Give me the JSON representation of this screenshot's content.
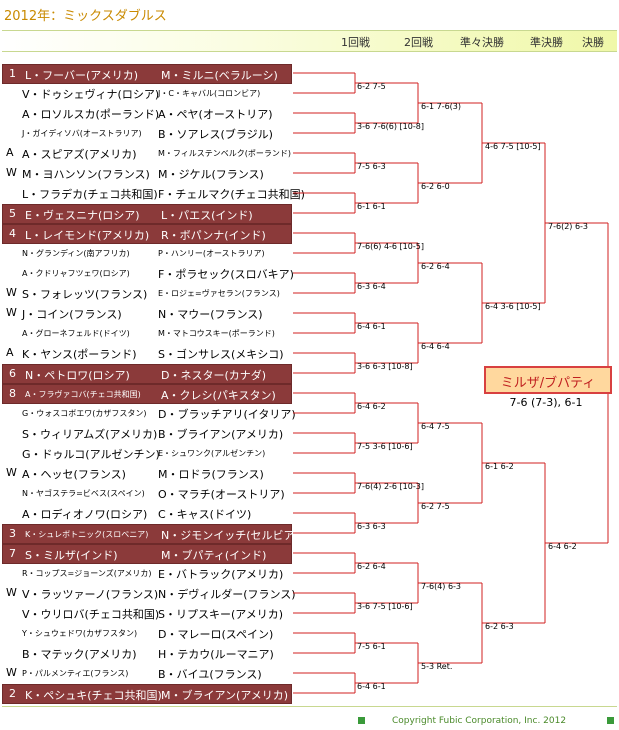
{
  "title": "2012年：ミックスダブルス",
  "rounds": [
    "1回戦",
    "2回戦",
    "準々決勝",
    "準決勝",
    "決勝"
  ],
  "entries": [
    {
      "mark": "1",
      "p1": "L・フーバー(アメリカ)",
      "p2": "M・ミルニ(ベラルーシ)",
      "seeded": true
    },
    {
      "mark": "",
      "p1": "V・ドゥシェヴィナ(ロシア)",
      "p2": "J・C・キャバル(コロンビア)",
      "seeded": false,
      "p2small": true
    },
    {
      "mark": "",
      "p1": "A・ロソルスカ(ポーランド)",
      "p2": "A・ペヤ(オーストリア)",
      "seeded": false
    },
    {
      "mark": "",
      "p1": "J・ガイディソバ(オーストラリア)",
      "p2": "B・ソアレス(ブラジル)",
      "seeded": false,
      "p1small": true
    },
    {
      "mark": "A",
      "p1": "A・スピアズ(アメリカ)",
      "p2": "M・フィルステンベルク(ポーランド)",
      "seeded": false,
      "p2small": true
    },
    {
      "mark": "W",
      "p1": "M・ヨハンソン(フランス)",
      "p2": "M・ジケル(フランス)",
      "seeded": false
    },
    {
      "mark": "",
      "p1": "L・フラデカ(チェコ共和国)",
      "p2": "F・チェルマク(チェコ共和国)",
      "seeded": false
    },
    {
      "mark": "5",
      "p1": "E・ヴェスニナ(ロシア)",
      "p2": "L・パエス(インド)",
      "seeded": true
    },
    {
      "mark": "4",
      "p1": "L・レイモンド(アメリカ)",
      "p2": "R・ボパンナ(インド)",
      "seeded": true
    },
    {
      "mark": "",
      "p1": "N・グランディン(南アフリカ)",
      "p2": "P・ハンリー(オーストラリア)",
      "seeded": false,
      "p1small": true,
      "p2small": true
    },
    {
      "mark": "",
      "p1": "A・クドリャフツェワ(ロシア)",
      "p2": "F・ポラセック(スロバキア)",
      "seeded": false,
      "p1small": true
    },
    {
      "mark": "W",
      "p1": "S・フォレッツ(フランス)",
      "p2": "E・ロジェ=ヴァセラン(フランス)",
      "seeded": false,
      "p2small": true
    },
    {
      "mark": "W",
      "p1": "J・コイン(フランス)",
      "p2": "N・マウー(フランス)",
      "seeded": false
    },
    {
      "mark": "",
      "p1": "A・グローネフェルド(ドイツ)",
      "p2": "M・マトコウスキー(ポーランド)",
      "seeded": false,
      "p1small": true,
      "p2small": true
    },
    {
      "mark": "A",
      "p1": "K・ヤンス(ポーランド)",
      "p2": "S・ゴンサレス(メキシコ)",
      "seeded": false
    },
    {
      "mark": "6",
      "p1": "N・ペトロワ(ロシア)",
      "p2": "D・ネスター(カナダ)",
      "seeded": true
    },
    {
      "mark": "8",
      "p1": "A・フラヴァコバ(チェコ共和国)",
      "p2": "A・クレシ(パキスタン)",
      "seeded": true,
      "p1small": true
    },
    {
      "mark": "",
      "p1": "G・ウォスコボエワ(カザフスタン)",
      "p2": "D・ブラッチアリ(イタリア)",
      "seeded": false,
      "p1small": true
    },
    {
      "mark": "",
      "p1": "S・ウィリアムズ(アメリカ)",
      "p2": "B・ブライアン(アメリカ)",
      "seeded": false
    },
    {
      "mark": "",
      "p1": "G・ドゥルコ(アルゼンチン)",
      "p2": "E・シュワンク(アルゼンチン)",
      "seeded": false,
      "p2small": true
    },
    {
      "mark": "W",
      "p1": "A・ヘッセ(フランス)",
      "p2": "M・ロドラ(フランス)",
      "seeded": false
    },
    {
      "mark": "",
      "p1": "N・ヤゴステラ=ビベス(スペイン)",
      "p2": "O・マラチ(オーストリア)",
      "seeded": false,
      "p1small": true
    },
    {
      "mark": "",
      "p1": "A・ロディオノワ(ロシア)",
      "p2": "C・キャス(ドイツ)",
      "seeded": false
    },
    {
      "mark": "3",
      "p1": "K・シュレボトニック(スロベニア)",
      "p2": "N・ジモンイッチ(セルビア)",
      "seeded": true,
      "p1small": true
    },
    {
      "mark": "7",
      "p1": "S・ミルザ(インド)",
      "p2": "M・ブパティ(インド)",
      "seeded": true
    },
    {
      "mark": "",
      "p1": "R・コップス=ジョーンズ(アメリカ)",
      "p2": "E・バトラック(アメリカ)",
      "seeded": false,
      "p1small": true
    },
    {
      "mark": "W",
      "p1": "V・ラッツァーノ(フランス)",
      "p2": "N・デヴィルダー(フランス)",
      "seeded": false
    },
    {
      "mark": "",
      "p1": "V・ウリロバ(チェコ共和国)",
      "p2": "S・リプスキー(アメリカ)",
      "seeded": false
    },
    {
      "mark": "",
      "p1": "Y・シュウェドワ(カザフスタン)",
      "p2": "D・マレーロ(スペイン)",
      "seeded": false,
      "p1small": true
    },
    {
      "mark": "",
      "p1": "B・マテック(アメリカ)",
      "p2": "H・テカウ(ルーマニア)",
      "seeded": false
    },
    {
      "mark": "W",
      "p1": "P・パルメンティエ(フランス)",
      "p2": "B・バイユ(フランス)",
      "seeded": false,
      "p1small": true
    },
    {
      "mark": "2",
      "p1": "K・ペシュキ(チェコ共和国)",
      "p2": "M・ブライアン(アメリカ)",
      "seeded": true
    }
  ],
  "scores": {
    "r1": [
      "6-2 7-5",
      "3-6 7-6(6) [10-8]",
      "7-5 6-3",
      "6-1 6-1",
      "7-6(6) 4-6 [10-5]",
      "6-3 6-4",
      "6-4 6-1",
      "3-6 6-3 [10-8]",
      "6-4 6-2",
      "7-5 3-6 [10-6]",
      "7-6(4) 2-6 [10-3]",
      "6-3 6-3",
      "6-2 6-4",
      "3-6 7-5 [10-6]",
      "7-5 6-1",
      "6-4 6-1"
    ],
    "r2": [
      "6-1 7-6(3)",
      "6-2 6-0",
      "6-2 6-4",
      "6-4 6-4",
      "6-4 7-5",
      "6-2 7-5",
      "7-6(4) 6-3",
      "5-3 Ret."
    ],
    "qf": [
      "4-6 7-5 [10-5]",
      "6-4 3-6 [10-5]",
      "6-1 6-2",
      "6-2 6-3"
    ],
    "sf": [
      "7-6(2) 6-3",
      "6-4 6-2"
    ]
  },
  "champion": "ミルザ/ブパティ",
  "final_score": "7-6 (7-3), 6-1",
  "footer": "Copyright Fubic Corporation, Inc. 2012",
  "colors": {
    "seed_bg": "#8b3a3a",
    "bracket_line": "#d02020",
    "champ_bg": "#ffd89e",
    "title": "#c98a00"
  }
}
